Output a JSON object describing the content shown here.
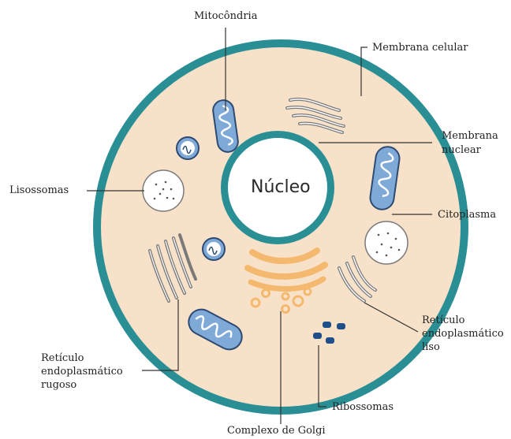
{
  "colors": {
    "membrane": "#2a8f95",
    "cytoplasm": "#f7e2c9",
    "nucleus_fill": "#ffffff",
    "mito_fill": "#7faad8",
    "mito_stroke": "#2d4a73",
    "golgi": "#f4b96e",
    "ribosome": "#1e4f8a",
    "leader_line": "#333333"
  },
  "nucleus_label": "Núcleo",
  "labels": {
    "mitocondria": "Mitocôndria",
    "membrana_celular": "Membrana celular",
    "membrana_nuclear_1": "Membrana",
    "membrana_nuclear_2": "nuclear",
    "lisossomas": "Lisossomas",
    "citoplasma": "Citoplasma",
    "ret_liso_1": "Retículo",
    "ret_liso_2": "endoplasmático",
    "ret_liso_3": "liso",
    "ret_rugoso_1": "Retículo",
    "ret_rugoso_2": "endoplasmático",
    "ret_rugoso_3": "rugoso",
    "ribossomas": "Ribossomas",
    "complexo_golgi": "Complexo de Golgi"
  }
}
